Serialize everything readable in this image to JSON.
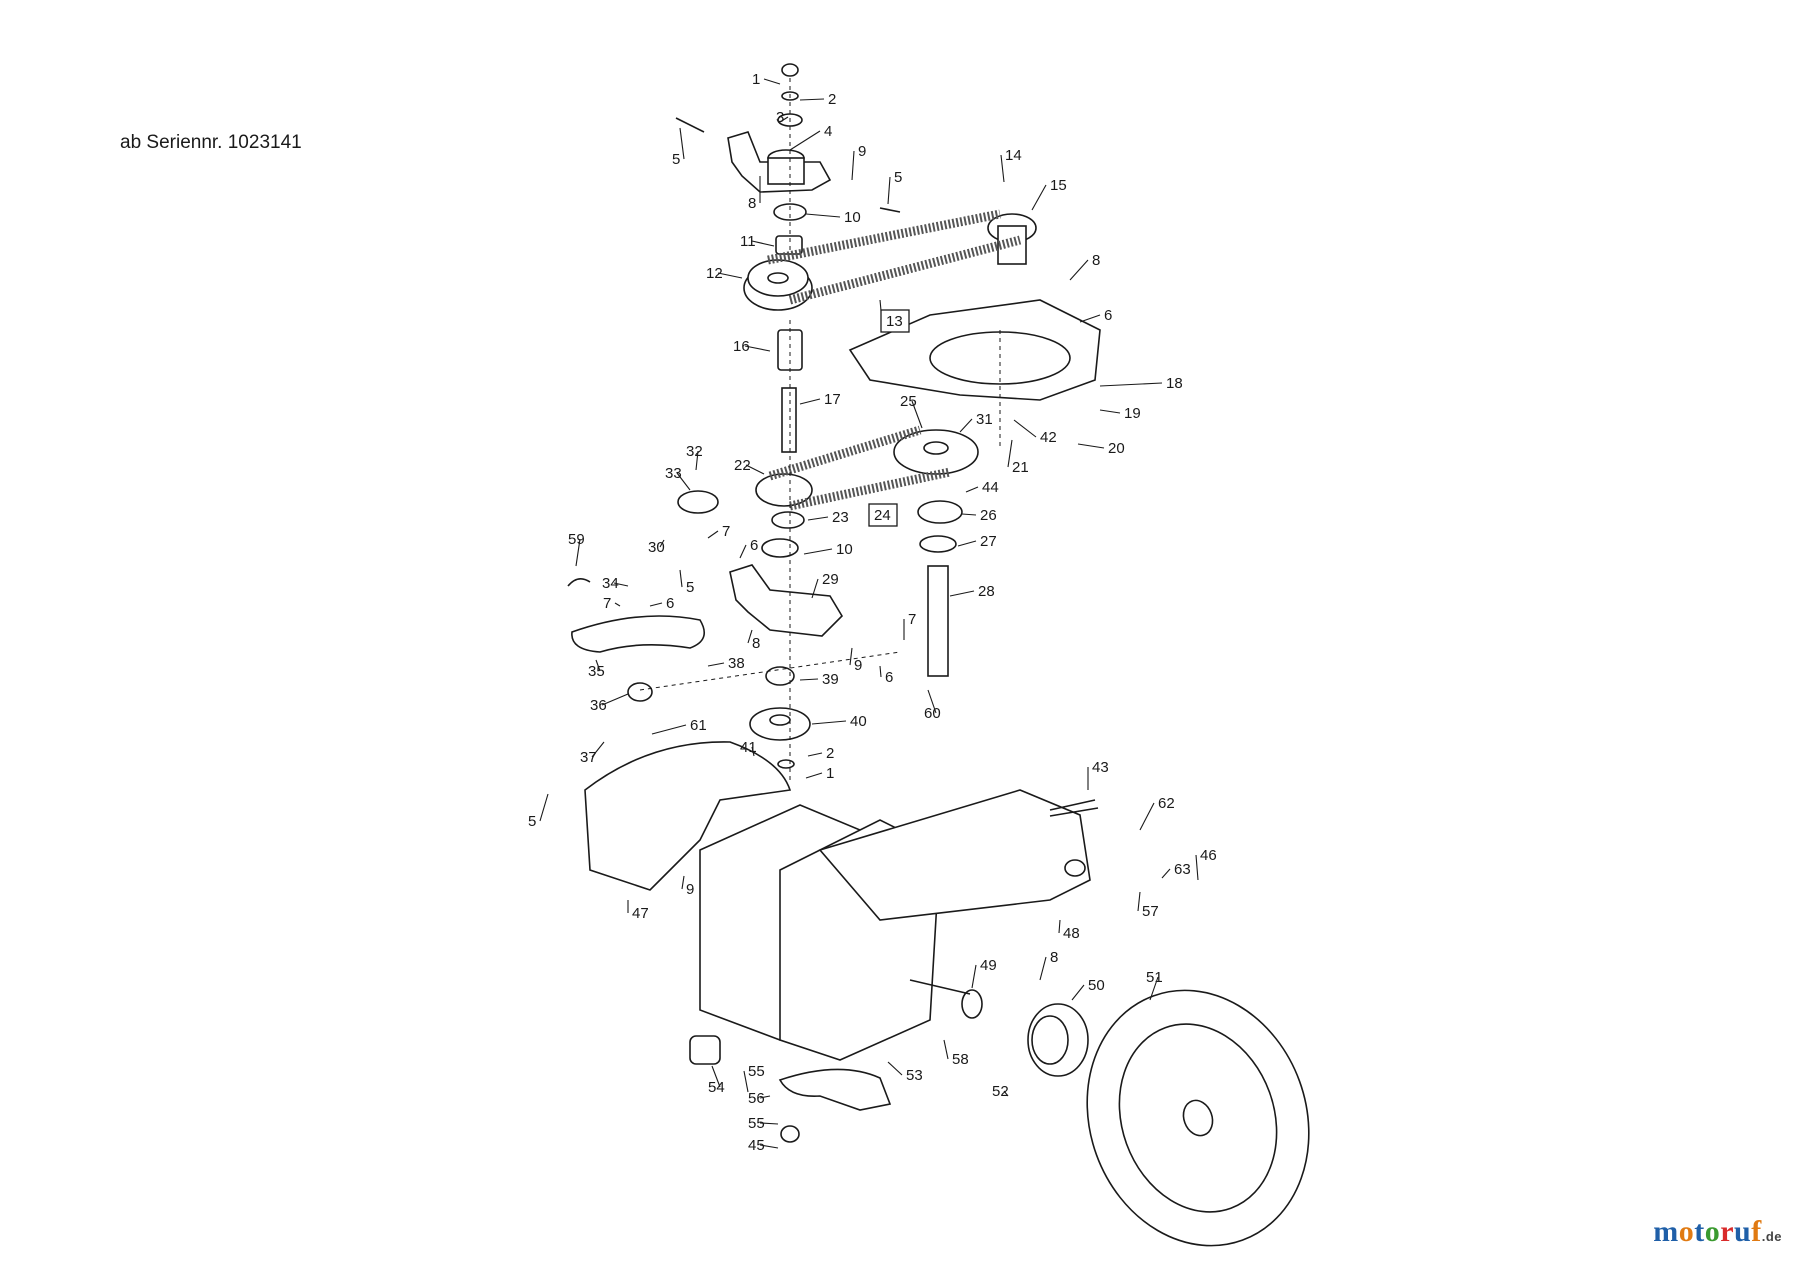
{
  "header": {
    "serial_text": "ab Seriennr. 1023141"
  },
  "logo": {
    "letters": [
      "m",
      "o",
      "t",
      "o",
      "r",
      "u",
      "f"
    ],
    "colors": [
      "#1f5fa8",
      "#e07a12",
      "#1f5fa8",
      "#3a9a2f",
      "#d92a2a",
      "#1f5fa8",
      "#e07a12"
    ],
    "suffix": ".de"
  },
  "labels": [
    {
      "n": "1"
    },
    {
      "n": "2"
    },
    {
      "n": "3"
    },
    {
      "n": "4"
    },
    {
      "n": "5"
    },
    {
      "n": "9"
    },
    {
      "n": "5"
    },
    {
      "n": "8"
    },
    {
      "n": "10"
    },
    {
      "n": "11"
    },
    {
      "n": "14"
    },
    {
      "n": "15"
    },
    {
      "n": "12"
    },
    {
      "n": "13",
      "boxed": true
    },
    {
      "n": "8"
    },
    {
      "n": "6"
    },
    {
      "n": "16"
    },
    {
      "n": "18"
    },
    {
      "n": "17"
    },
    {
      "n": "25"
    },
    {
      "n": "31"
    },
    {
      "n": "19"
    },
    {
      "n": "42"
    },
    {
      "n": "20"
    },
    {
      "n": "21"
    },
    {
      "n": "32"
    },
    {
      "n": "22"
    },
    {
      "n": "33"
    },
    {
      "n": "44"
    },
    {
      "n": "23"
    },
    {
      "n": "24",
      "boxed": true
    },
    {
      "n": "26"
    },
    {
      "n": "27"
    },
    {
      "n": "7"
    },
    {
      "n": "6"
    },
    {
      "n": "30"
    },
    {
      "n": "10"
    },
    {
      "n": "59"
    },
    {
      "n": "5"
    },
    {
      "n": "29"
    },
    {
      "n": "34"
    },
    {
      "n": "28"
    },
    {
      "n": "7"
    },
    {
      "n": "6"
    },
    {
      "n": "7"
    },
    {
      "n": "8"
    },
    {
      "n": "9"
    },
    {
      "n": "6"
    },
    {
      "n": "35"
    },
    {
      "n": "38"
    },
    {
      "n": "39"
    },
    {
      "n": "60"
    },
    {
      "n": "36"
    },
    {
      "n": "40"
    },
    {
      "n": "61"
    },
    {
      "n": "37"
    },
    {
      "n": "41"
    },
    {
      "n": "2"
    },
    {
      "n": "1"
    },
    {
      "n": "43"
    },
    {
      "n": "5"
    },
    {
      "n": "62"
    },
    {
      "n": "63"
    },
    {
      "n": "46"
    },
    {
      "n": "9"
    },
    {
      "n": "57"
    },
    {
      "n": "47"
    },
    {
      "n": "48"
    },
    {
      "n": "49"
    },
    {
      "n": "8"
    },
    {
      "n": "50"
    },
    {
      "n": "51"
    },
    {
      "n": "55"
    },
    {
      "n": "53"
    },
    {
      "n": "58"
    },
    {
      "n": "54"
    },
    {
      "n": "56"
    },
    {
      "n": "52"
    },
    {
      "n": "55"
    },
    {
      "n": "45"
    }
  ]
}
